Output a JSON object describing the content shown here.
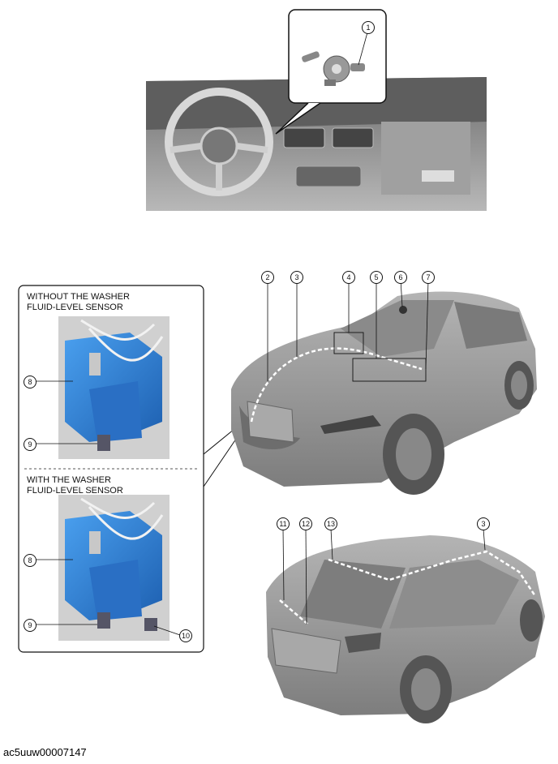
{
  "inset": {
    "without_sensor_label_line1": "WITHOUT THE WASHER",
    "without_sensor_label_line2": "FLUID-LEVEL SENSOR",
    "with_sensor_label_line1": "WITH THE WASHER",
    "with_sensor_label_line2": "FLUID-LEVEL SENSOR"
  },
  "callouts": {
    "c1": "1",
    "c2": "2",
    "c3": "3",
    "c4": "4",
    "c5": "5",
    "c6": "6",
    "c7": "7",
    "c8a": "8",
    "c9a": "9",
    "c8b": "8",
    "c9b": "9",
    "c10": "10",
    "c11": "11",
    "c12": "12",
    "c13": "13",
    "c3b": "3"
  },
  "document_id": "ac5uuw00007147",
  "colors": {
    "tank_blue": "#2f7fd6",
    "car_gray": "#9c9c9c",
    "dash_gray": "#8a8a8a"
  }
}
